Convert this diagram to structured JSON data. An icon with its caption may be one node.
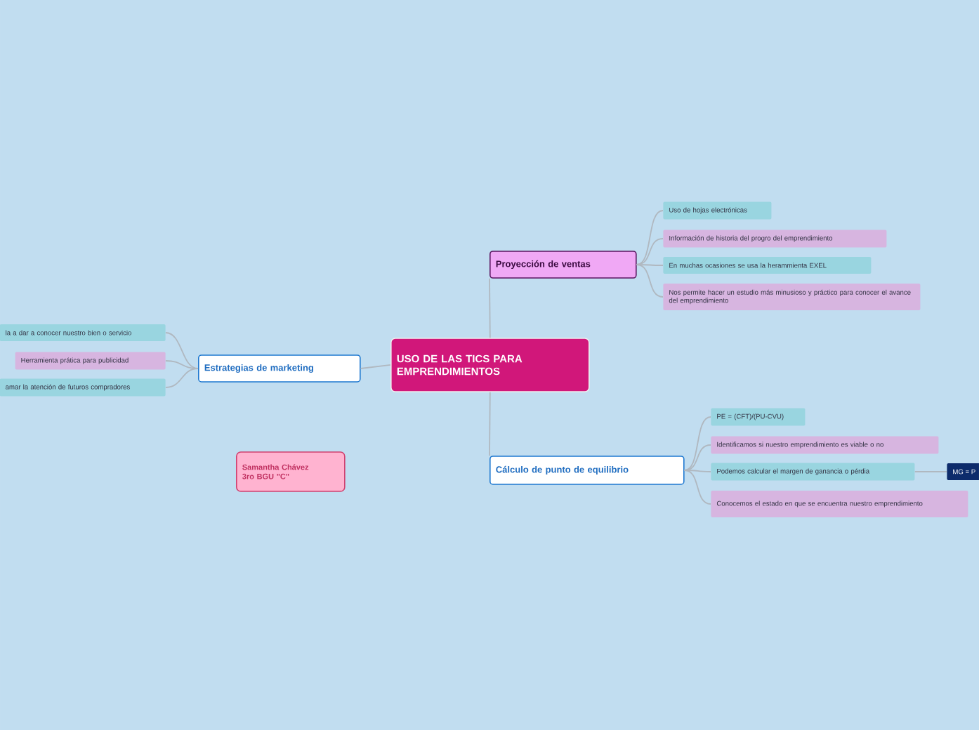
{
  "diagram": {
    "nodes": [
      {
        "text": [
          "USO DE LAS TICS PARA EMPRENDIMIENTOS"
        ]
      },
      {
        "text": [
          "Proyección de ventas"
        ]
      },
      {
        "text": [
          "Uso de hojas electrónicas"
        ]
      },
      {
        "text": [
          "Información de historia del progro del emprendimiento"
        ]
      },
      {
        "text": [
          "En muchas ocasiones se usa la herammienta EXEL"
        ]
      },
      {
        "text": [
          "Nos permite hacer un estudio más minusioso y práctico para conocer el avance del emprendimiento"
        ]
      },
      {
        "text": [
          "Estrategias de marketing"
        ]
      },
      {
        "text": [
          "la a dar a conocer nuestro bien o servicio"
        ]
      },
      {
        "text": [
          "Herramienta prática para publicidad"
        ]
      },
      {
        "text": [
          "amar la atención de futuros compradores"
        ]
      },
      {
        "text": [
          "Cálculo de punto de equilibrio"
        ]
      },
      {
        "text": [
          "PE = (CFT)/(PU-CVU)"
        ]
      },
      {
        "text": [
          "Identificamos si nuestro emprendimiento es viable o no"
        ]
      },
      {
        "text": [
          "Podemos calcular el margen de ganancia o pérdia"
        ]
      },
      {
        "text": [
          "MG = P"
        ]
      },
      {
        "text": [
          "Conocemos el estado  en que se encuentra nuestro emprendimiento"
        ]
      },
      {
        "text": [
          "Samantha Chávez",
          "3ro BGU \"C\""
        ]
      }
    ],
    "edges": [
      {
        "from": 0,
        "to": 1,
        "arrow": "none"
      },
      {
        "from": 0,
        "to": 6,
        "arrow": "none"
      },
      {
        "from": 0,
        "to": 10,
        "arrow": "none"
      },
      {
        "from": 1,
        "to": 2,
        "arrow": "none"
      },
      {
        "from": 1,
        "to": 3,
        "arrow": "none"
      },
      {
        "from": 1,
        "to": 4,
        "arrow": "none"
      },
      {
        "from": 1,
        "to": 5,
        "arrow": "none"
      },
      {
        "from": 6,
        "to": 7,
        "arrow": "none"
      },
      {
        "from": 6,
        "to": 8,
        "arrow": "none"
      },
      {
        "from": 6,
        "to": 9,
        "arrow": "none"
      },
      {
        "from": 10,
        "to": 11,
        "arrow": "none"
      },
      {
        "from": 10,
        "to": 12,
        "arrow": "none"
      },
      {
        "from": 10,
        "to": 13,
        "arrow": "none"
      },
      {
        "from": 10,
        "to": 15,
        "arrow": "none"
      },
      {
        "from": 13,
        "to": 14,
        "arrow": "none"
      }
    ]
  }
}
